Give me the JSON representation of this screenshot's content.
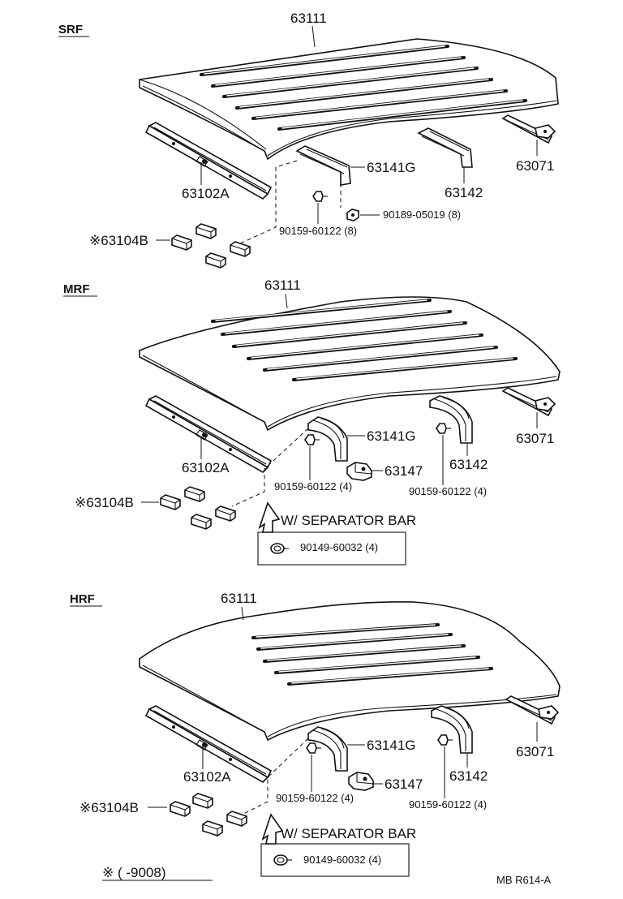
{
  "sections": [
    {
      "id": "srf",
      "title": "SRF",
      "labels": {
        "roof": "63111",
        "rail": "63102A",
        "bow_g": "63141G",
        "bow": "63142",
        "strip": "63071",
        "block": "※63104B",
        "screw": "90159-60122 (8)",
        "clip": "90189-05019 (8)"
      }
    },
    {
      "id": "mrf",
      "title": "MRF",
      "labels": {
        "roof": "63111",
        "rail": "63102A",
        "bow_g": "63141G",
        "bow": "63142",
        "strip": "63071",
        "block": "※63104B",
        "bracket": "63147",
        "screw_left": "90159-60122 (4)",
        "screw_right": "90159-60122 (4)",
        "separator_title": "W/ SEPARATOR  BAR",
        "separator_part": "90149-60032 (4)"
      }
    },
    {
      "id": "hrf",
      "title": "HRF",
      "labels": {
        "roof": "63111",
        "rail": "63102A",
        "bow_g": "63141G",
        "bow": "63142",
        "strip": "63071",
        "block": "※63104B",
        "bracket": "63147",
        "screw_left": "90159-60122 (4)",
        "screw_right": "90159-60122 (4)",
        "separator_title": "W/ SEPARATOR  BAR",
        "separator_part": "90149-60032 (4)"
      }
    }
  ],
  "footer": {
    "note": "※ (        -9008)",
    "code": "MB   R614-A"
  }
}
